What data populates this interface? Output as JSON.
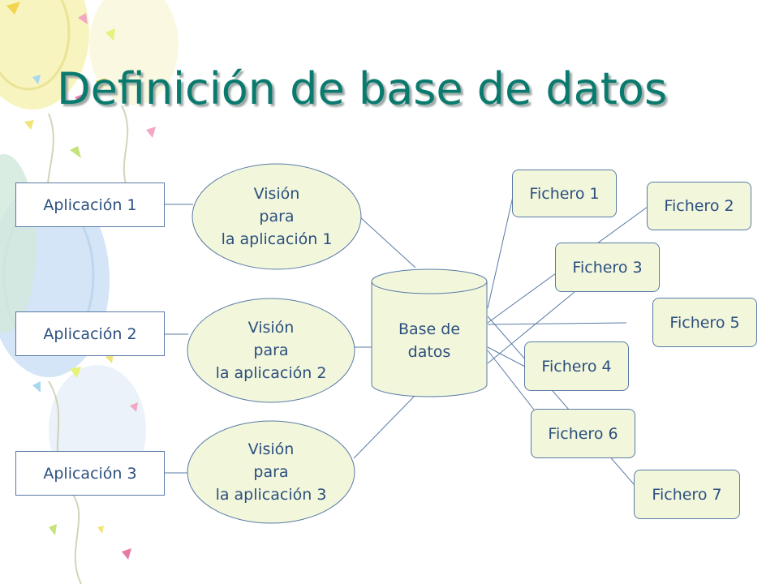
{
  "title": "Definición de base de datos",
  "applications": [
    "Aplicación 1",
    "Aplicación 2",
    "Aplicación 3"
  ],
  "views": [
    {
      "line1": "Visión",
      "line2": "para",
      "line3": "la aplicación 1"
    },
    {
      "line1": "Visión",
      "line2": "para",
      "line3": "la aplicación 2"
    },
    {
      "line1": "Visión",
      "line2": "para",
      "line3": "la aplicación 3"
    }
  ],
  "database": {
    "line1": "Base de",
    "line2": "datos"
  },
  "files": [
    "Fichero 1",
    "Fichero 2",
    "Fichero 3",
    "Fichero 4",
    "Fichero 5",
    "Fichero 6",
    "Fichero 7"
  ],
  "colors": {
    "title": "#0a7a6e",
    "node_fill": "#f2f7dc",
    "stroke": "#5a7aa6",
    "text": "#2c4f7e"
  }
}
